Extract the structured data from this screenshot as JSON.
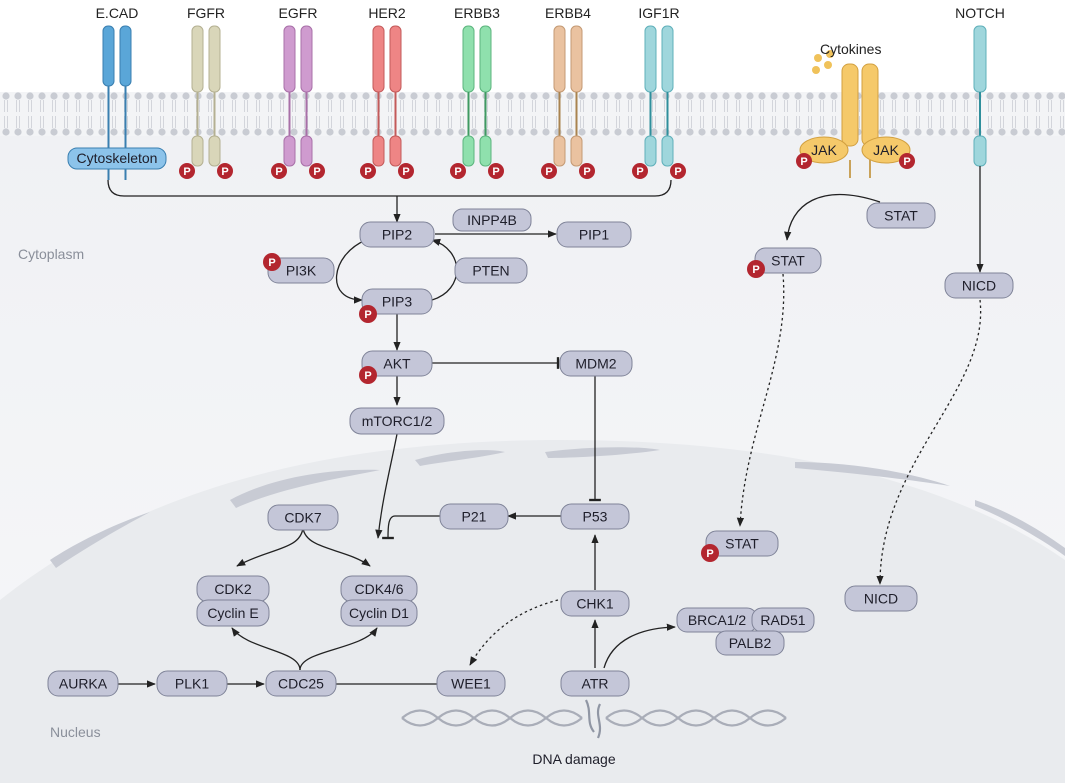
{
  "receptors": {
    "ecad": "E.CAD",
    "fgfr": "FGFR",
    "egfr": "EGFR",
    "her2": "HER2",
    "erbb3": "ERBB3",
    "erbb4": "ERBB4",
    "igf1r": "IGF1R",
    "notch": "NOTCH"
  },
  "colors": {
    "ecad": "#5aa6d8",
    "fgfr": "#d9d6b9",
    "egfr": "#cf9bcf",
    "her2": "#ee8585",
    "erbb3": "#8fe0ad",
    "erbb4": "#eac2a0",
    "igf1r": "#9fd6dc",
    "notch": "#9fd6dc",
    "jak_receptor": "#f5c96a",
    "node_fill": "#c4c6d8",
    "phospho": "#b3262f"
  },
  "labels": {
    "cytokines": "Cytokines",
    "cytoskeleton": "Cytoskeleton",
    "cytoplasm": "Cytoplasm",
    "nucleus": "Nucleus",
    "dna_damage": "DNA damage",
    "jak": "JAK",
    "phospho": "P"
  },
  "nodes": {
    "inpp4b": "INPP4B",
    "pip2": "PIP2",
    "pip1": "PIP1",
    "pi3k": "PI3K",
    "pten": "PTEN",
    "pip3": "PIP3",
    "akt": "AKT",
    "mdm2": "MDM2",
    "mtorc": "mTORC1/2",
    "stat_in": "STAT",
    "stat_p": "STAT",
    "stat_nuc": "STAT",
    "nicd_cyto": "NICD",
    "nicd_nuc": "NICD",
    "cdk7": "CDK7",
    "p21": "P21",
    "p53": "P53",
    "cdk2": "CDK2",
    "cyclin_e": "Cyclin E",
    "cdk46": "CDK4/6",
    "cyclin_d1": "Cyclin D1",
    "chk1": "CHK1",
    "brca": "BRCA1/2",
    "rad51": "RAD51",
    "palb2": "PALB2",
    "aurka": "AURKA",
    "plk1": "PLK1",
    "cdc25": "CDC25",
    "wee1": "WEE1",
    "atr": "ATR"
  }
}
